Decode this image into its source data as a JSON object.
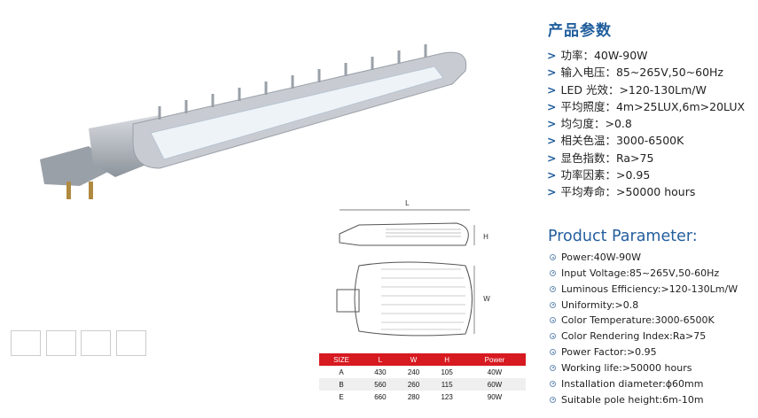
{
  "cn": {
    "title": "产品参数",
    "items": [
      "功率：40W-90W",
      "输入电压：85~265V,50~60Hz",
      "LED 光效：>120-130Lm/W",
      "平均照度：4m>25LUX,6m>20LUX",
      "均匀度：>0.8",
      "相关色温：3000-6500K",
      "显色指数：Ra>75",
      "功率因素：>0.95",
      "平均寿命：>50000 hours"
    ],
    "arrow": ">"
  },
  "en": {
    "title": "Product Parameter:",
    "items": [
      "Power:40W-90W",
      "Input Voltage:85~265V,50-60Hz",
      "Luminous Efficiency:>120-130Lm/W",
      "Uniformity:>0.8",
      "Color Temperature:3000-6500K",
      "Color Rendering Index:Ra>75",
      "Power Factor:>0.95",
      "Working life:>50000 hours",
      "Installation diameter:ϕ60mm",
      "Suitable pole height:6m-10m"
    ]
  },
  "drawing": {
    "L": "L",
    "H": "H",
    "W": "W"
  },
  "table": {
    "headers": [
      "SIZE",
      "L",
      "W",
      "H",
      "Power"
    ],
    "rows": [
      [
        "A",
        "430",
        "240",
        "105",
        "40W"
      ],
      [
        "B",
        "560",
        "260",
        "115",
        "60W"
      ],
      [
        "E",
        "660",
        "280",
        "123",
        "90W"
      ]
    ]
  },
  "colors": {
    "accent": "#1f5d9c",
    "table_header": "#d71920"
  }
}
